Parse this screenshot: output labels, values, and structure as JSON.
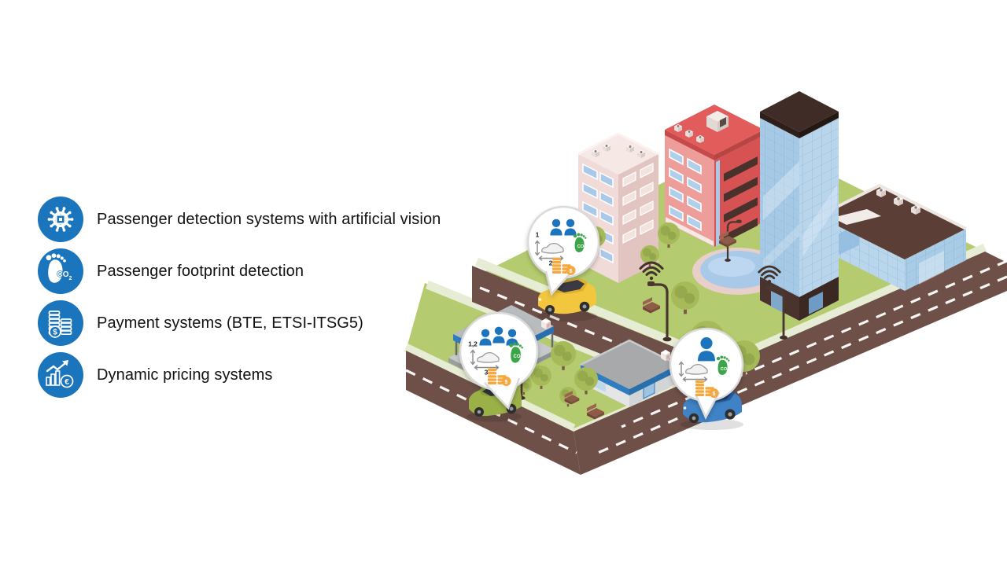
{
  "slide": {
    "background": "#FFFFFF"
  },
  "legend": {
    "icon_color": "#1B75BC",
    "items": [
      {
        "icon": "artificial-vision-icon",
        "label": "Passenger detection systems with artificial vision"
      },
      {
        "icon": "co2-footprint-icon",
        "label": "Passenger footprint detection"
      },
      {
        "icon": "payment-icon",
        "label": "Payment systems (BTE, ETSI-ITSG5)"
      },
      {
        "icon": "dynamic-pricing-icon",
        "label": "Dynamic pricing systems"
      }
    ]
  },
  "symbols": {
    "co2_main": "CO",
    "co2_sub": "2",
    "dollar": "$",
    "euro": "€"
  },
  "pins": [
    {
      "location": "taxi-upper-road",
      "passenger_count": 2,
      "dim_vertical_label": "1",
      "dim_horizontal_label": "2",
      "co2_main": "CO",
      "co2_sub": "2",
      "coin_symbol": "$"
    },
    {
      "location": "bus-shelter",
      "passenger_count": 3,
      "dim_vertical_label": "1,2",
      "dim_horizontal_label": "3",
      "co2_main": "CO",
      "co2_sub": "2",
      "coin_symbol": "$"
    },
    {
      "location": "car-lower-road",
      "passenger_count": 1,
      "dim_vertical_label": "",
      "dim_horizontal_label": "",
      "co2_main": "CO",
      "co2_sub": "2",
      "coin_symbol": "$"
    }
  ],
  "scene": {
    "elements": [
      "pink-tower",
      "red-apartment-building",
      "glass-skyscraper",
      "brown-roof-glass-building",
      "bus-shelter",
      "flat-roof-building",
      "pond",
      "taxi",
      "suv",
      "blue-car",
      "wifi-street-lamps",
      "trees",
      "benches",
      "security-cameras"
    ],
    "colors": {
      "grass": "#B4CB6F",
      "road": "#6E5048",
      "accent_blue": "#1B75BC",
      "footprint_green": "#3BA648",
      "coins_orange": "#F6A83F"
    }
  }
}
